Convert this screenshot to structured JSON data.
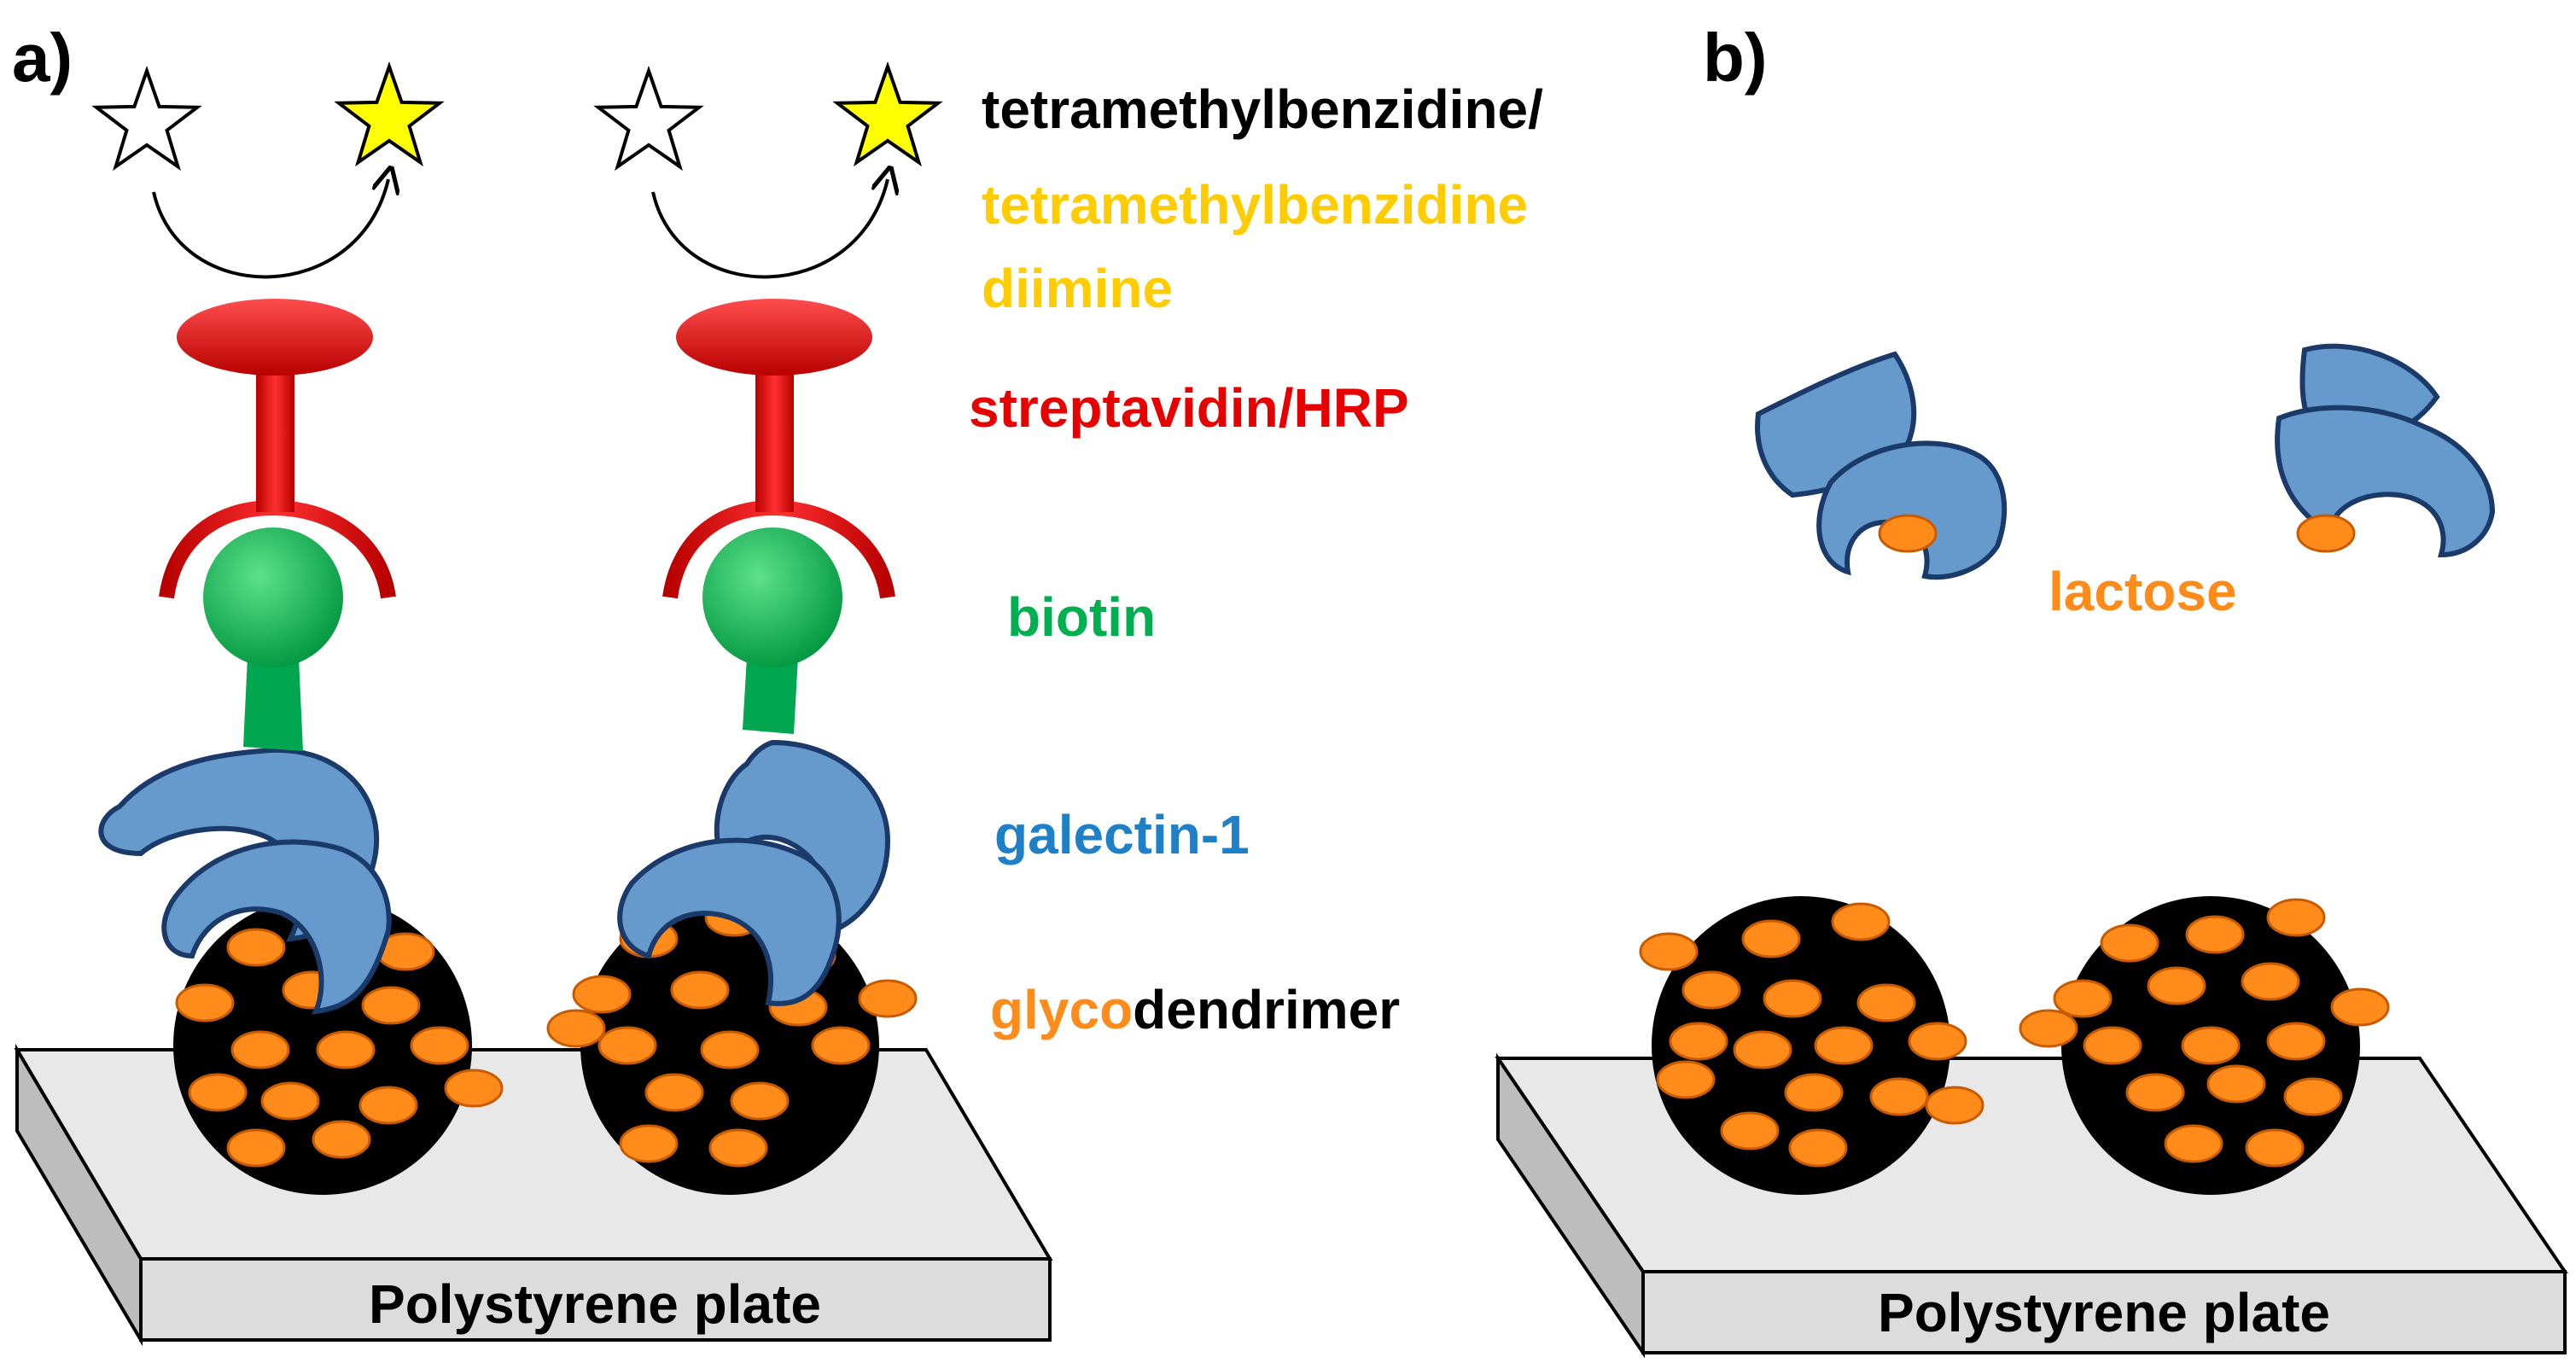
{
  "panels": {
    "a": "a)",
    "b": "b)"
  },
  "labels": {
    "tmb_line1": "tetramethylbenzidine/",
    "tmb_line2": "tetramethylbenzidine",
    "tmb_line3": "diimine",
    "streptavidin": "streptavidin/HRP",
    "biotin": "biotin",
    "galectin": "galectin-1",
    "glyco_prefix": "glyco",
    "glyco_suffix": "dendrimer",
    "lactose": "lactose",
    "plate_a": "Polystyrene plate",
    "plate_b": "Polystyrene plate"
  },
  "colors": {
    "tmb_oxidized": "#ffcc00",
    "tmb_reduced": "#000000",
    "streptavidin": "#e60000",
    "biotin": "#00b050",
    "galectin": "#6699cc",
    "galectin_text": "#1f7fc7",
    "lactose": "#ff8c1a",
    "dendrimer": "#000000",
    "plate_top": "#e8e8e8",
    "plate_side": "#bdbdbd"
  },
  "icons": [
    "star-outline-icon",
    "star-filled-icon",
    "curved-arrow-icon"
  ]
}
